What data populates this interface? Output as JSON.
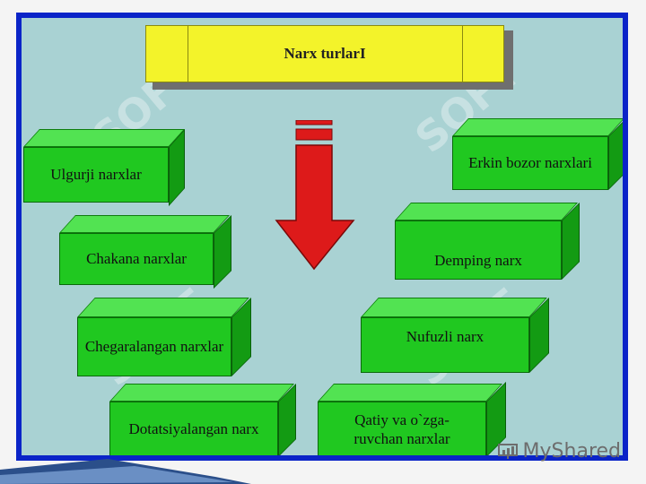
{
  "title": "Narx turlarI",
  "boxes": {
    "ulgurji": "Ulgurji narxlar",
    "chakana": "Chakana narxlar",
    "chegaralangan": "Chegaralangan narxlar",
    "dotatsiyalangan": "Dotatsiyalangan narx",
    "erkin": "Erkin bozor narxlari",
    "demping": "Demping narx",
    "nufuzli": "Nufuzli narx",
    "qatiy": "Qatiy va o`zga-ruvchan narxlar"
  },
  "watermark": "SOFT",
  "brand": "MyShared",
  "colors": {
    "frame": "#0a24c8",
    "background": "#a9d2d3",
    "title": "#f3f32a",
    "box": "#20c820",
    "arrow": "#dd1a1a"
  }
}
